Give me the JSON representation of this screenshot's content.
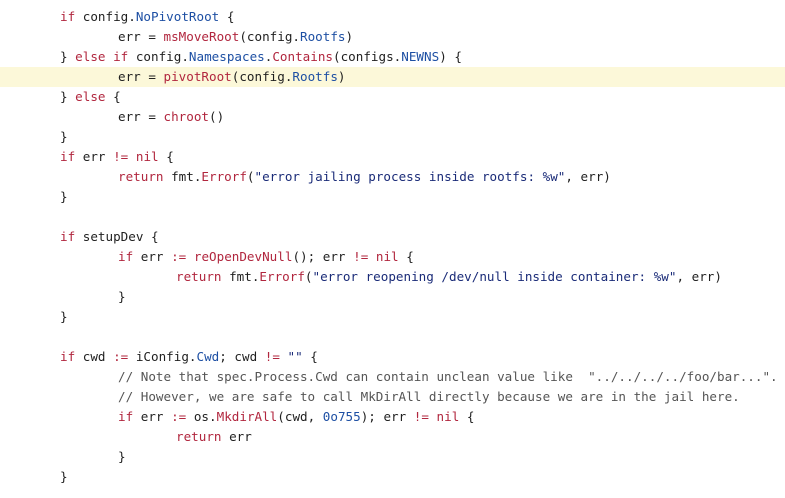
{
  "editor": {
    "highlight_line": 4,
    "lines": [
      {
        "indent": 0,
        "tokens": [
          [
            "kw",
            "if"
          ],
          [
            "plain",
            " config."
          ],
          [
            "field",
            "NoPivotRoot"
          ],
          [
            "plain",
            " {"
          ]
        ]
      },
      {
        "indent": 1,
        "tokens": [
          [
            "plain",
            "err = "
          ],
          [
            "fn",
            "msMoveRoot"
          ],
          [
            "plain",
            "(config."
          ],
          [
            "field",
            "Rootfs"
          ],
          [
            "plain",
            ")"
          ]
        ]
      },
      {
        "indent": 0,
        "tokens": [
          [
            "plain",
            "} "
          ],
          [
            "kw",
            "else if"
          ],
          [
            "plain",
            " config."
          ],
          [
            "field",
            "Namespaces"
          ],
          [
            "plain",
            "."
          ],
          [
            "fn",
            "Contains"
          ],
          [
            "plain",
            "(configs."
          ],
          [
            "field",
            "NEWNS"
          ],
          [
            "plain",
            ") {"
          ]
        ]
      },
      {
        "indent": 1,
        "tokens": [
          [
            "plain",
            "err = "
          ],
          [
            "fn",
            "pivotRoot"
          ],
          [
            "plain",
            "(config."
          ],
          [
            "field",
            "Rootfs"
          ],
          [
            "plain",
            ")"
          ]
        ]
      },
      {
        "indent": 0,
        "tokens": [
          [
            "plain",
            "} "
          ],
          [
            "kw",
            "else"
          ],
          [
            "plain",
            " {"
          ]
        ]
      },
      {
        "indent": 1,
        "tokens": [
          [
            "plain",
            "err = "
          ],
          [
            "fn",
            "chroot"
          ],
          [
            "plain",
            "()"
          ]
        ]
      },
      {
        "indent": 0,
        "tokens": [
          [
            "plain",
            "}"
          ]
        ]
      },
      {
        "indent": 0,
        "tokens": [
          [
            "kw",
            "if"
          ],
          [
            "plain",
            " err "
          ],
          [
            "kw",
            "!="
          ],
          [
            "plain",
            " "
          ],
          [
            "kw",
            "nil"
          ],
          [
            "plain",
            " {"
          ]
        ]
      },
      {
        "indent": 1,
        "tokens": [
          [
            "kw",
            "return"
          ],
          [
            "plain",
            " fmt."
          ],
          [
            "fn",
            "Errorf"
          ],
          [
            "plain",
            "("
          ],
          [
            "str",
            "\"error jailing process inside rootfs: %w\""
          ],
          [
            "plain",
            ", err)"
          ]
        ]
      },
      {
        "indent": 0,
        "tokens": [
          [
            "plain",
            "}"
          ]
        ]
      },
      {
        "indent": 0,
        "tokens": []
      },
      {
        "indent": 0,
        "tokens": [
          [
            "kw",
            "if"
          ],
          [
            "plain",
            " setupDev {"
          ]
        ]
      },
      {
        "indent": 1,
        "tokens": [
          [
            "kw",
            "if"
          ],
          [
            "plain",
            " err "
          ],
          [
            "kw",
            ":="
          ],
          [
            "plain",
            " "
          ],
          [
            "fn",
            "reOpenDevNull"
          ],
          [
            "plain",
            "(); err "
          ],
          [
            "kw",
            "!="
          ],
          [
            "plain",
            " "
          ],
          [
            "kw",
            "nil"
          ],
          [
            "plain",
            " {"
          ]
        ]
      },
      {
        "indent": 2,
        "tokens": [
          [
            "kw",
            "return"
          ],
          [
            "plain",
            " fmt."
          ],
          [
            "fn",
            "Errorf"
          ],
          [
            "plain",
            "("
          ],
          [
            "str",
            "\"error reopening /dev/null inside container: %w\""
          ],
          [
            "plain",
            ", err)"
          ]
        ]
      },
      {
        "indent": 1,
        "tokens": [
          [
            "plain",
            "}"
          ]
        ]
      },
      {
        "indent": 0,
        "tokens": [
          [
            "plain",
            "}"
          ]
        ]
      },
      {
        "indent": 0,
        "tokens": []
      },
      {
        "indent": 0,
        "tokens": [
          [
            "kw",
            "if"
          ],
          [
            "plain",
            " cwd "
          ],
          [
            "kw",
            ":="
          ],
          [
            "plain",
            " iConfig."
          ],
          [
            "field",
            "Cwd"
          ],
          [
            "plain",
            "; cwd "
          ],
          [
            "kw",
            "!="
          ],
          [
            "plain",
            " "
          ],
          [
            "str",
            "\"\""
          ],
          [
            "plain",
            " {"
          ]
        ]
      },
      {
        "indent": 1,
        "tokens": [
          [
            "cm",
            "// Note that spec.Process.Cwd can contain unclean value like  \"../../../../foo/bar...\"."
          ]
        ]
      },
      {
        "indent": 1,
        "tokens": [
          [
            "cm",
            "// However, we are safe to call MkDirAll directly because we are in the jail here."
          ]
        ]
      },
      {
        "indent": 1,
        "tokens": [
          [
            "kw",
            "if"
          ],
          [
            "plain",
            " err "
          ],
          [
            "kw",
            ":="
          ],
          [
            "plain",
            " os."
          ],
          [
            "fn",
            "MkdirAll"
          ],
          [
            "plain",
            "(cwd, "
          ],
          [
            "num",
            "0o755"
          ],
          [
            "plain",
            "); err "
          ],
          [
            "kw",
            "!="
          ],
          [
            "plain",
            " "
          ],
          [
            "kw",
            "nil"
          ],
          [
            "plain",
            " {"
          ]
        ]
      },
      {
        "indent": 2,
        "tokens": [
          [
            "kw",
            "return"
          ],
          [
            "plain",
            " err"
          ]
        ]
      },
      {
        "indent": 1,
        "tokens": [
          [
            "plain",
            "}"
          ]
        ]
      },
      {
        "indent": 0,
        "tokens": [
          [
            "plain",
            "}"
          ]
        ]
      }
    ]
  }
}
